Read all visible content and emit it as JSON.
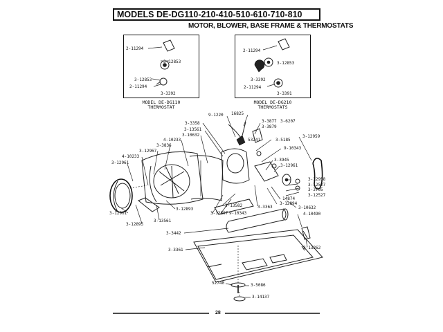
{
  "header": {
    "models": "MODELS DE-DG110-210-410-510-610-710-810",
    "section": "MOTOR, BLOWER, BASE FRAME & THERMOSTATS"
  },
  "inset_left": {
    "caption_line1": "MODEL DE-DG110",
    "caption_line2": "THERMOSTAT",
    "labels": [
      "2-11294",
      "3-12853",
      "3-12853",
      "2-11294",
      "3-3392"
    ]
  },
  "inset_right": {
    "caption_line1": "MODEL DE-DG210",
    "caption_line2": "THERMOSTATS",
    "labels": [
      "2-11294",
      "3-12853",
      "3-3392",
      "2-11294",
      "3-3391"
    ]
  },
  "part_labels": {
    "p9_1220": "9-1220",
    "p16825": "16825",
    "p3_3877": "3-3877",
    "p3_6207": "3-6207",
    "p3_3879": "3-3879",
    "p3_3358": "3-3358",
    "p3_13561a": "3-13561",
    "p3_10632a": "3-10632",
    "p4_10233a": "4-10233",
    "p53241": "53241",
    "p3_5185": "3-5185",
    "p3_12959": "3-12959",
    "p9_10343a": "9-10343",
    "p3_3836": "3-3836",
    "p3_12967": "3-12967",
    "p4_10233b": "4-10233",
    "p3_12961a": "3-12961",
    "p3_3945": "3-3945",
    "p3_12961b": "3-12961",
    "p3_12958": "3-12958",
    "p3_12527a": "3-12527",
    "p3_3705": "3-3705",
    "p3_12527b": "3-12527",
    "p14874": "14874",
    "p3_12894": "3-12894",
    "p3_12901": "3-12901",
    "p3_12893": "3-12893",
    "p3_13582": "3-13582",
    "p3_3363": "3-3363",
    "p3_10632b": "3-10632",
    "p4_10490": "4-10490",
    "p3_12897": "3-12897",
    "p9_10343b": "9-10343",
    "p3_12895": "3-12895",
    "p3_13561b": "3-13561",
    "p3_3442": "3-3442",
    "p3_13262": "3-13262",
    "p3_3361": "3-3361",
    "p52740": "52740",
    "p3_5086": "3-5086",
    "p3_14137": "3-14137"
  },
  "footer": {
    "page": "28"
  }
}
